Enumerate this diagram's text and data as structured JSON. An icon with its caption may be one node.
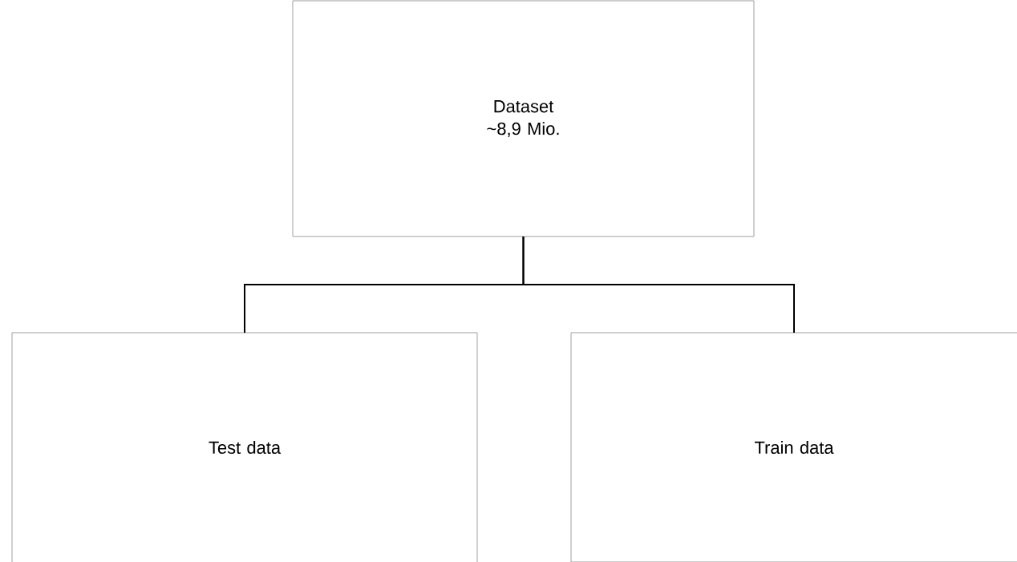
{
  "diagram": {
    "nodes": [
      {
        "text": [
          "Dataset ~8,9 Mio."
        ]
      },
      {
        "text": [
          "Test data"
        ]
      },
      {
        "text": [
          "Train data"
        ]
      }
    ],
    "edges": [
      {
        "from": 0,
        "to": 1,
        "arrow": "none"
      },
      {
        "from": 0,
        "to": 2,
        "arrow": "none"
      }
    ]
  }
}
